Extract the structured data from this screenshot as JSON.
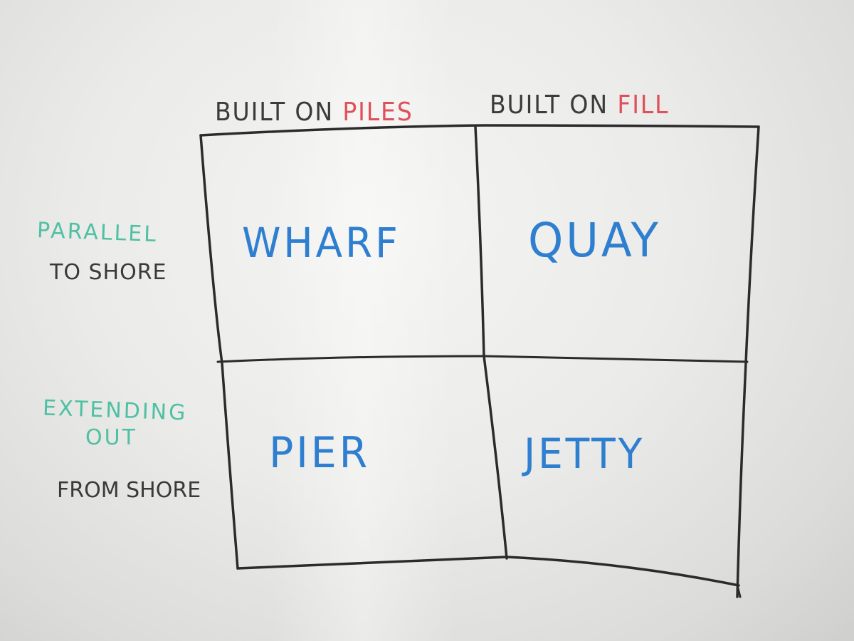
{
  "whiteboard": {
    "column_headers": [
      {
        "prefix": "BUILT ON ",
        "accent": "PILES"
      },
      {
        "prefix": "BUILT ON ",
        "accent": "FILL"
      }
    ],
    "row_headers": [
      {
        "teal_lines": [
          "PARALLEL"
        ],
        "dark_line": "TO SHORE"
      },
      {
        "teal_lines": [
          "EXTENDING",
          "OUT"
        ],
        "dark_line": "FROM SHORE"
      }
    ],
    "cells": {
      "top_left": "WHARF",
      "top_right": "QUAY",
      "bottom_left": "PIER",
      "bottom_right": "JETTY"
    },
    "colors": {
      "header_ink": "#3b3b3b",
      "accent_ink": "#e0505a",
      "teal_ink": "#4ec0a3",
      "cell_ink": "#2f7fd0",
      "grid_ink": "#2b2b2b"
    }
  }
}
